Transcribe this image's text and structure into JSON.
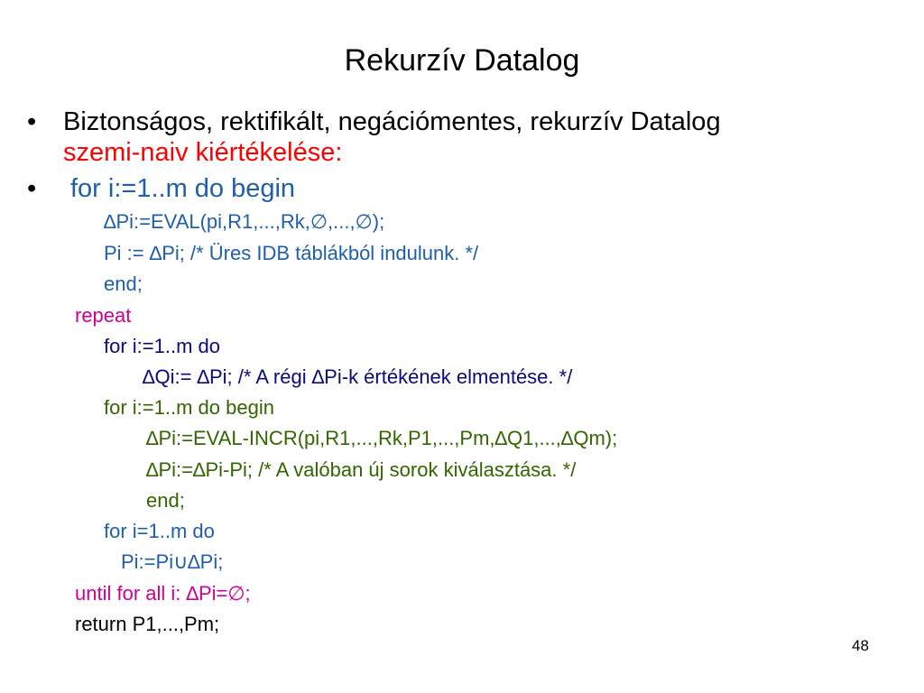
{
  "slide": {
    "title": "Rekurzív Datalog",
    "bullets": [
      {
        "marker": "•",
        "text_black": "Biztonságos, rektifikált, negációmentes, rekurzív Datalog",
        "text_red": "szemi-naiv kiértékelése:"
      },
      {
        "marker": "•",
        "text": "for i:=1..m do begin"
      }
    ],
    "code_lines": [
      "∆Pi:=EVAL(pi,R1,...,Rk,∅,...,∅);",
      "Pi := ∆Pi; /* Üres IDB táblákból indulunk. */",
      "end;",
      "repeat",
      "for i:=1..m do",
      "∆Qi:= ∆Pi;  /* A régi ∆Pi-k értékének elmentése. */",
      "for i:=1..m do begin",
      "∆Pi:=EVAL-INCR(pi,R1,...,Rk,P1,...,Pm,∆Q1,...,∆Qm);",
      "∆Pi:=∆Pi-Pi; /* A valóban új sorok kiválasztása. */",
      "end;",
      "for i=1..m do",
      "Pi:=Pi∪∆Pi;",
      "until for all i: ∆Pi=∅;",
      "return P1,...,Pm;"
    ],
    "page_number": "48"
  },
  "colors": {
    "red": "#ff0000",
    "blue": "#1f5fa8",
    "magenta": "#cc0099",
    "green": "#336600",
    "navy": "#0a0a80",
    "black": "#000000"
  }
}
